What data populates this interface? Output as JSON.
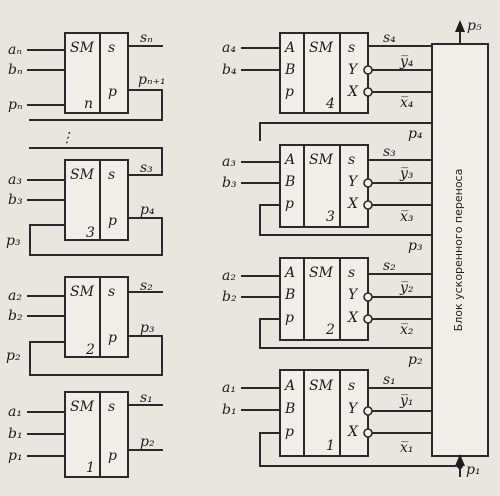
{
  "left_chain": {
    "cells": [
      {
        "id": "n",
        "sm": "SM",
        "s": "s",
        "p": "p",
        "num": "n",
        "in_a": "aₙ",
        "in_b": "bₙ",
        "in_p": "pₙ",
        "out_s": "sₙ",
        "out_p": "pₙ₊₁"
      },
      {
        "id": "3",
        "sm": "SM",
        "s": "s",
        "p": "p",
        "num": "3",
        "in_a": "a₃",
        "in_b": "b₃",
        "in_p": "p₃",
        "out_s": "s₃",
        "out_p": "p₄"
      },
      {
        "id": "2",
        "sm": "SM",
        "s": "s",
        "p": "p",
        "num": "2",
        "in_a": "a₂",
        "in_b": "b₂",
        "in_p": "p₂",
        "out_s": "s₂",
        "out_p": "p₃"
      },
      {
        "id": "1",
        "sm": "SM",
        "s": "s",
        "p": "p",
        "num": "1",
        "in_a": "a₁",
        "in_b": "b₁",
        "in_p": "p₁",
        "out_s": "s₁",
        "out_p": "p₂"
      }
    ]
  },
  "right_chain": {
    "cells": [
      {
        "id": "4",
        "A": "A",
        "B": "B",
        "P": "p",
        "sm": "SM",
        "s": "s",
        "Y": "Y",
        "X": "X",
        "num": "4",
        "in_a": "a₄",
        "in_b": "b₄",
        "out_s": "s₄",
        "out_y": "y̅₄",
        "out_x": "x̅₄",
        "carry": "p₄"
      },
      {
        "id": "3",
        "A": "A",
        "B": "B",
        "P": "p",
        "sm": "SM",
        "s": "s",
        "Y": "Y",
        "X": "X",
        "num": "3",
        "in_a": "a₃",
        "in_b": "b₃",
        "out_s": "s₃",
        "out_y": "y̅₃",
        "out_x": "x̅₃",
        "carry": "p₃"
      },
      {
        "id": "2",
        "A": "A",
        "B": "B",
        "P": "p",
        "sm": "SM",
        "s": "s",
        "Y": "Y",
        "X": "X",
        "num": "2",
        "in_a": "a₂",
        "in_b": "b₂",
        "out_s": "s₂",
        "out_y": "y̅₂",
        "out_x": "x̅₂",
        "carry": "p₂"
      },
      {
        "id": "1",
        "A": "A",
        "B": "B",
        "P": "p",
        "sm": "SM",
        "s": "s",
        "Y": "Y",
        "X": "X",
        "num": "1",
        "in_a": "a₁",
        "in_b": "b₁",
        "out_s": "s₁",
        "out_y": "y̅₁",
        "out_x": "x̅₁"
      }
    ],
    "block_label": "Блок ускоренного переноса",
    "out_top": "p₅",
    "in_bottom": "p₁"
  },
  "ellipsis": "⋮"
}
